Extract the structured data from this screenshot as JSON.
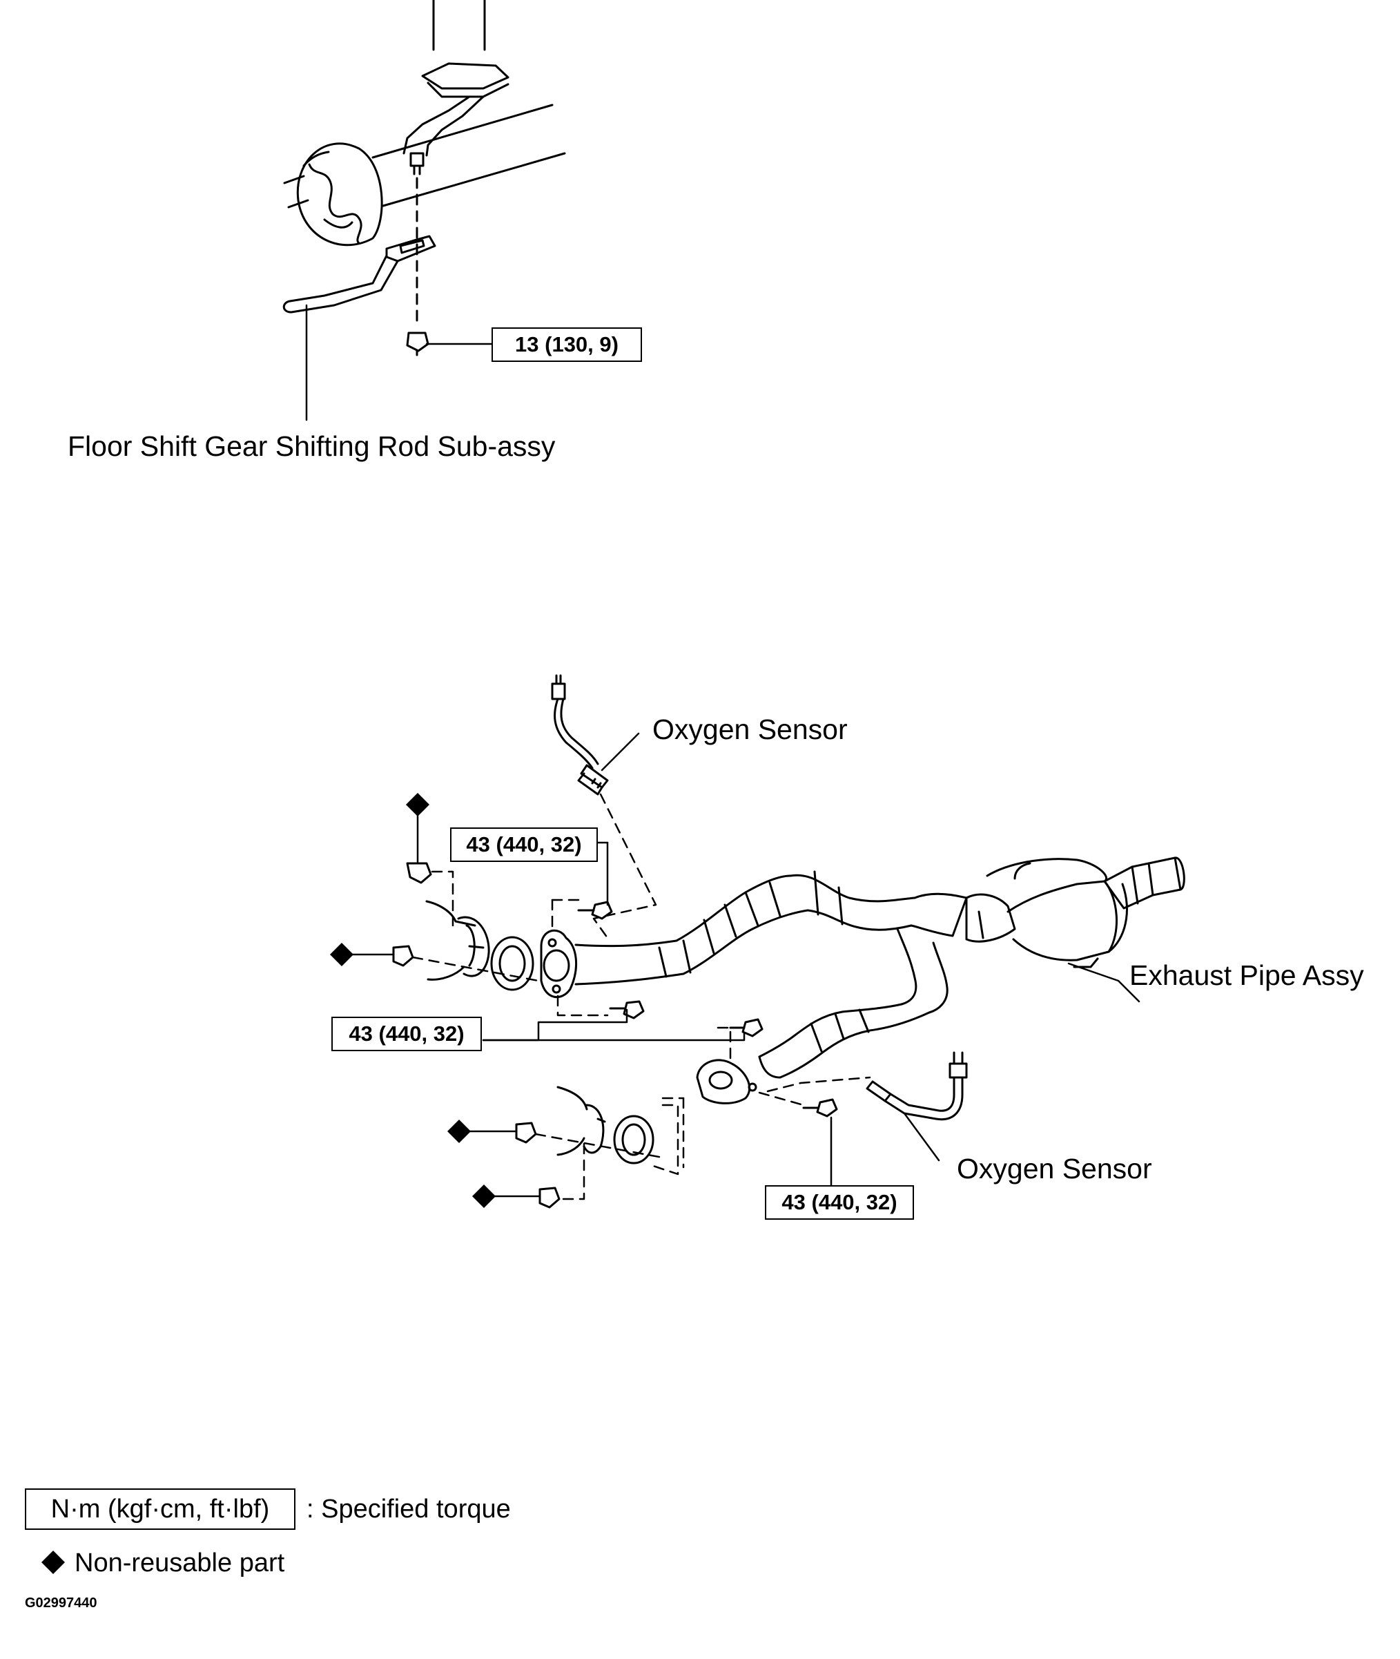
{
  "labels": {
    "floor_shift_rod": "Floor Shift Gear Shifting Rod Sub-assy",
    "oxygen_sensor_upper": "Oxygen Sensor",
    "oxygen_sensor_lower": "Oxygen Sensor",
    "exhaust_pipe": "Exhaust Pipe Assy"
  },
  "torques": {
    "rod_nut": "13 (130, 9)",
    "upper_bolt": "43 (440, 32)",
    "left_bolt": "43 (440, 32)",
    "lower_bolt": "43 (440, 32)"
  },
  "legend": {
    "unit_box": "N·m (kgf·cm, ft·lbf)",
    "unit_desc": ": Specified torque",
    "symbol_desc": "Non-reusable part"
  },
  "figure_code": "G02997440",
  "icons": {
    "non_reusable": "diamond-icon"
  }
}
